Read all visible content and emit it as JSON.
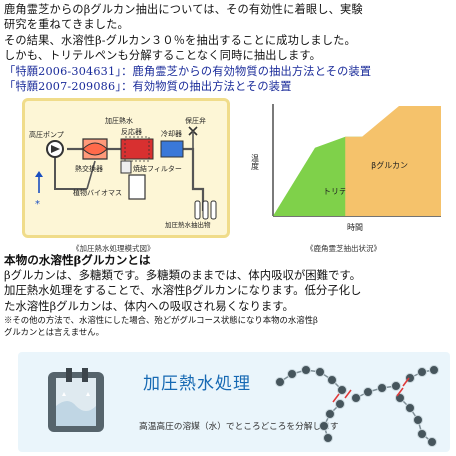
{
  "intro": {
    "line1": "鹿角霊芝からのβグルカン抽出については、その有効性に着眼し、実験",
    "line2": "研究を重ねてきました。",
    "line3": "その結果、水溶性β-グルカン３０％を抽出することに成功しました。",
    "line4": "しかも、トリテルペンも分解することなく同時に抽出します。",
    "patent1": "「特願2006-304631」：鹿角霊芝からの有効物質の抽出方法とその装置",
    "patent2": "「特願2007-209086」：有効物質の抽出方法とその装置"
  },
  "fig1": {
    "labels": {
      "pump": "高圧ポンプ",
      "pressurized_water": "加圧熱水",
      "reactor": "反応器",
      "cooler": "冷却器",
      "safety_valve": "保圧弁",
      "heat_exchanger": "熱交換器",
      "filter": "焼結フィルター",
      "biomass": "植物バイオマス",
      "sampler": "加圧熱水抽出物",
      "arrow_mark": "*"
    },
    "caption": "《加圧熱水処理模式図》"
  },
  "chart_data": {
    "type": "area",
    "ylabel": "温度",
    "xlabel": "時間",
    "series": [
      {
        "name": "トリテルペン",
        "color": "#7fd14a",
        "x": [
          0,
          2.5,
          4.3,
          4.3,
          10
        ],
        "y": [
          0,
          6.2,
          7.2,
          7.2,
          7.2
        ]
      },
      {
        "name": "βグルカン",
        "color": "#f5c26b",
        "x": [
          4.3,
          5.3,
          7.5,
          10
        ],
        "y": [
          7.2,
          7.2,
          10,
          10
        ]
      }
    ],
    "caption": "《鹿角霊芝抽出状況》"
  },
  "section2": {
    "heading": "本物の水溶性βグルカンとは",
    "l1": "βグルカンは、多糖類です。多糖類のままでは、体内吸収が困難です。",
    "l2": "加圧熱水処理をすることで、水溶性βグルカンになります。低分子化し",
    "l3": "た水溶性βグルカンは、体内への吸収され易くなります。",
    "n1": "※その他の方法で、水溶性にした場合、殆どがグルコース状態になり本物の水溶性β",
    "n2": "グルカンとは言えません。"
  },
  "banner": {
    "title": "加圧熱水処理",
    "subtitle": "高温高圧の溶媒（水）でところどころを分解します"
  }
}
